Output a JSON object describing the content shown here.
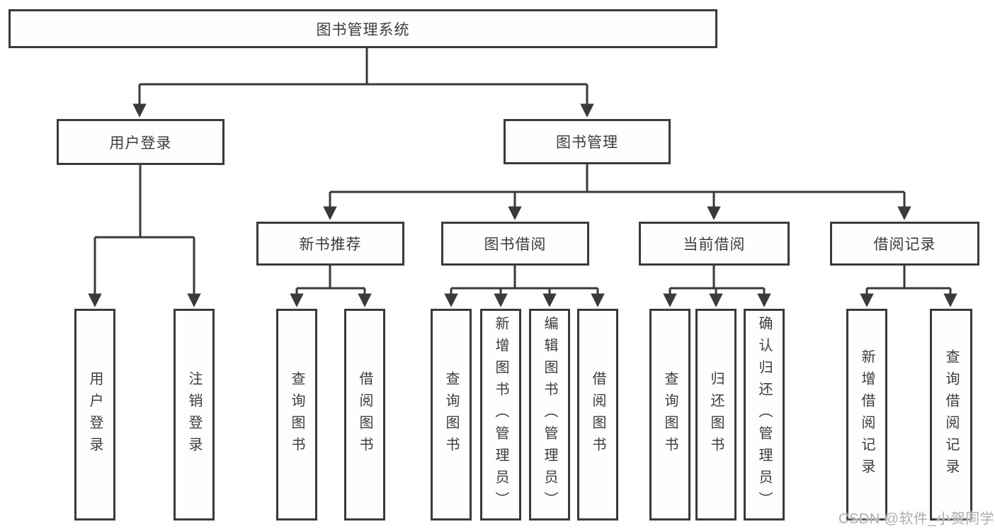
{
  "diagram": {
    "type": "hierarchy-structure-chart",
    "nodes": {
      "root": {
        "label": "图书管理系统"
      },
      "user_login": {
        "label": "用户登录"
      },
      "book_mgmt": {
        "label": "图书管理"
      },
      "new_book_rec": {
        "label": "新书推荐"
      },
      "book_borrow": {
        "label": "图书借阅"
      },
      "current_borrow": {
        "label": "当前借阅"
      },
      "borrow_records": {
        "label": "借阅记录"
      },
      "leaf_user_login": {
        "label": "用户登录"
      },
      "leaf_logout": {
        "label": "注销登录"
      },
      "leaf_query_books_rec": {
        "label": "查询图书"
      },
      "leaf_borrow_books_rec": {
        "label": "借阅图书"
      },
      "leaf_query_books_borrow": {
        "label": "查询图书"
      },
      "leaf_add_books_admin": {
        "label": "新增图书（管理员）"
      },
      "leaf_edit_books_admin": {
        "label": "编辑图书（管理员）"
      },
      "leaf_borrow_books": {
        "label": "借阅图书"
      },
      "leaf_query_books_current": {
        "label": "查询图书"
      },
      "leaf_return_books": {
        "label": "归还图书"
      },
      "leaf_confirm_return_admin": {
        "label": "确认归还（管理员）"
      },
      "leaf_add_borrow_record": {
        "label": "新增借阅记录"
      },
      "leaf_query_borrow_record": {
        "label": "查询借阅记录"
      }
    },
    "edges": [
      {
        "from": "root",
        "to": [
          "user_login",
          "book_mgmt"
        ]
      },
      {
        "from": "user_login",
        "to": [
          "leaf_user_login",
          "leaf_logout"
        ]
      },
      {
        "from": "book_mgmt",
        "to": [
          "new_book_rec",
          "book_borrow",
          "current_borrow",
          "borrow_records"
        ]
      },
      {
        "from": "new_book_rec",
        "to": [
          "leaf_query_books_rec",
          "leaf_borrow_books_rec"
        ]
      },
      {
        "from": "book_borrow",
        "to": [
          "leaf_query_books_borrow",
          "leaf_add_books_admin",
          "leaf_edit_books_admin",
          "leaf_borrow_books"
        ]
      },
      {
        "from": "current_borrow",
        "to": [
          "leaf_query_books_current",
          "leaf_return_books",
          "leaf_confirm_return_admin"
        ]
      },
      {
        "from": "borrow_records",
        "to": [
          "leaf_add_borrow_record",
          "leaf_query_borrow_record"
        ]
      }
    ],
    "colors": {
      "line": "#3a3a3a",
      "box_border": "#3a3a3a",
      "box_fill": "#fefefe",
      "text": "#3c3c3c",
      "watermark": "#adadad",
      "background": "#ffffff"
    }
  },
  "watermark": {
    "text": "CSDN @软件_小贺同学"
  }
}
